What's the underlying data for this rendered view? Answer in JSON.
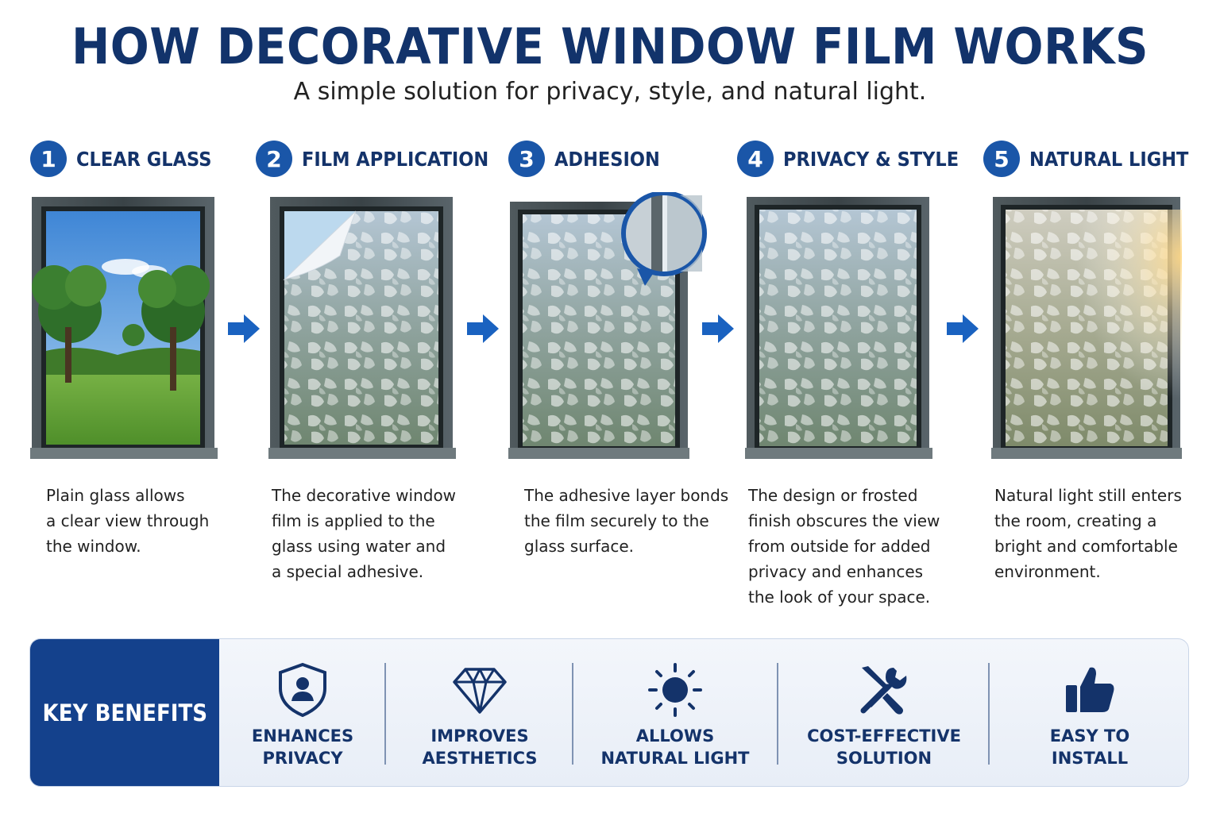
{
  "title": "HOW DECORATIVE WINDOW FILM WORKS",
  "subtitle": "A simple solution for privacy, style, and natural light.",
  "colors": {
    "title": "#12336b",
    "accent": "#1a56a8",
    "banner": "#14418c"
  },
  "steps": [
    {
      "number": "1",
      "title": "CLEAR GLASS",
      "desc": [
        "Plain glass allows",
        "a clear view through",
        "the window."
      ]
    },
    {
      "number": "2",
      "title": "FILM APPLICATION",
      "desc": [
        "The decorative window",
        "film is applied to the",
        "glass using water and",
        "a special adhesive."
      ]
    },
    {
      "number": "3",
      "title": "ADHESION",
      "desc": [
        "The adhesive layer bonds",
        "the film securely to the",
        "glass surface."
      ]
    },
    {
      "number": "4",
      "title": "PRIVACY & STYLE",
      "desc": [
        "The design or frosted",
        "finish obscures the view",
        "from outside for added",
        "privacy and enhances",
        "the look of your space."
      ]
    },
    {
      "number": "5",
      "title": "NATURAL LIGHT",
      "desc": [
        "Natural light still enters",
        "the room, creating a",
        "bright and comfortable",
        "environment."
      ]
    }
  ],
  "benefits": {
    "label": "KEY BENEFITS",
    "items": [
      {
        "icon": "shield-user-icon",
        "lines": [
          "ENHANCES",
          "PRIVACY"
        ]
      },
      {
        "icon": "diamond-icon",
        "lines": [
          "IMPROVES",
          "AESTHETICS"
        ]
      },
      {
        "icon": "sun-icon",
        "lines": [
          "ALLOWS",
          "NATURAL LIGHT"
        ]
      },
      {
        "icon": "tools-icon",
        "lines": [
          "COST-EFFECTIVE",
          "SOLUTION"
        ]
      },
      {
        "icon": "thumbs-up-icon",
        "lines": [
          "EASY TO",
          "INSTALL"
        ]
      }
    ]
  }
}
